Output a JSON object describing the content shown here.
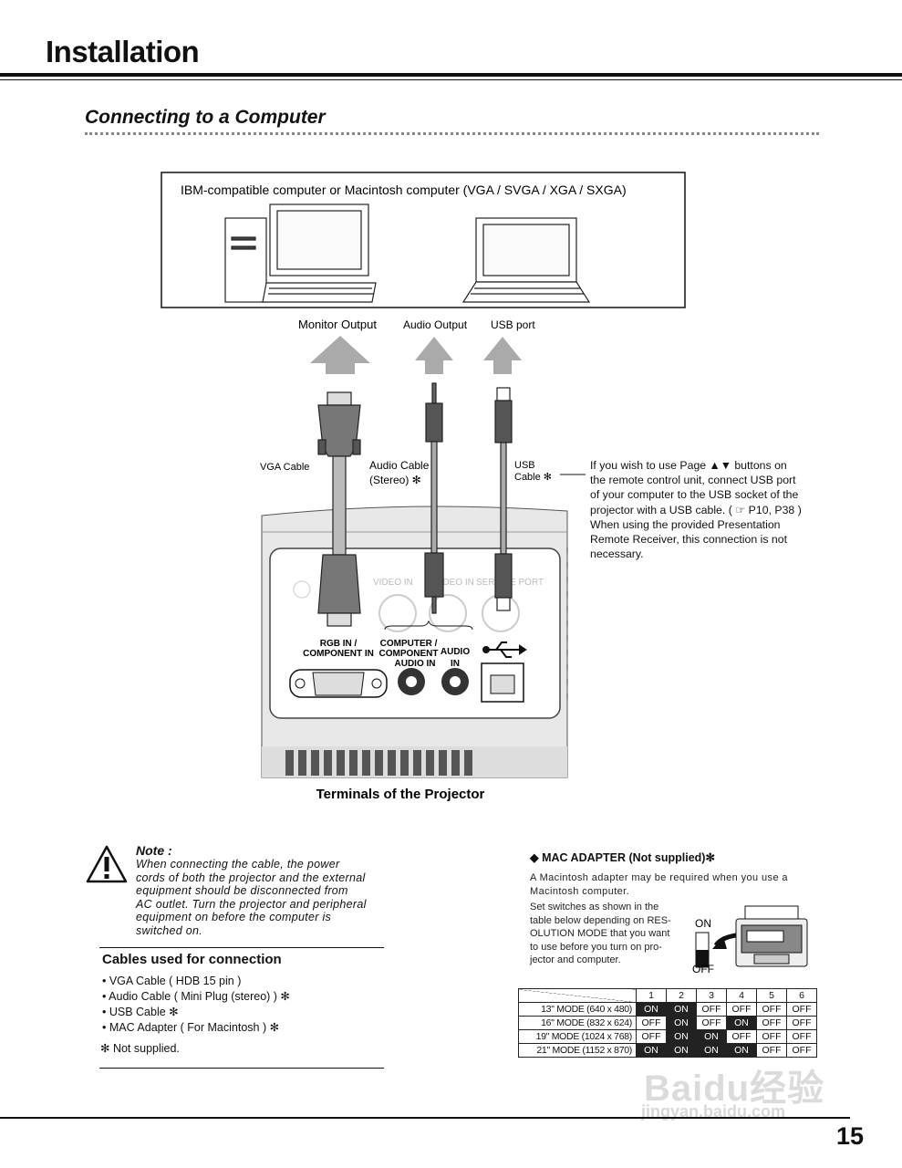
{
  "page": {
    "title": "Installation",
    "section_title": "Connecting to a Computer",
    "number": "15"
  },
  "diagram": {
    "computer_label": "IBM-compatible computer or Macintosh computer (VGA / SVGA / XGA / SXGA)",
    "outputs": {
      "monitor": "Monitor Output",
      "audio": "Audio Output",
      "usb": "USB port"
    },
    "cables": {
      "vga": "VGA Cable",
      "audio_line1": "Audio Cable",
      "audio_line2": "(Stereo) ✻",
      "usb_line1": "USB",
      "usb_line2": "Cable ✻"
    },
    "terminals": {
      "video_in": "VIDEO IN",
      "s_video_in": "S-VIDEO IN",
      "service_port": "SERVICE PORT",
      "rgb_line1": "RGB IN /",
      "rgb_line2": "COMPONENT IN",
      "comp_line1": "COMPUTER /",
      "comp_line2": "COMPONENT",
      "comp_line3": "AUDIO  IN",
      "audio_line1": "AUDIO",
      "audio_line2": "IN"
    },
    "caption": "Terminals of the Projector",
    "usb_note": [
      "If you wish to use Page ▲▼ buttons on",
      "the remote control unit, connect USB port",
      "of your computer to the USB socket of the",
      "projector with a USB cable. ( ☞ P10, P38 )",
      "When using the provided Presentation",
      "Remote Receiver, this connection is not",
      "necessary."
    ]
  },
  "note": {
    "title": "Note :",
    "lines": [
      "When connecting the cable, the power",
      "cords of both the projector and the external",
      "equipment should be disconnected from",
      "AC outlet.  Turn the projector and peripheral",
      "equipment on before the computer is",
      "switched on."
    ]
  },
  "cables_used": {
    "heading": "Cables used for connection",
    "items": [
      "• VGA Cable ( HDB 15 pin )",
      "• Audio Cable ( Mini Plug (stereo) ) ✻",
      "• USB Cable ✻",
      "• MAC Adapter ( For Macintosh ) ✻"
    ],
    "footnote": "✻ Not supplied."
  },
  "mac_adapter": {
    "heading": "◆ MAC ADAPTER (Not supplied)✻",
    "intro": [
      "A Macintosh adapter may be required when you use a",
      "Macintosh computer."
    ],
    "instructions": [
      "Set switches as shown in the",
      "table below depending on RES-",
      "OLUTION MODE that you want",
      "to use before you turn on pro-",
      "jector and computer."
    ],
    "switch_on": "ON",
    "switch_off": "OFF",
    "table": {
      "headers": [
        "1",
        "2",
        "3",
        "4",
        "5",
        "6"
      ],
      "rows": [
        {
          "mode": "13\" MODE (640 x 480)",
          "values": [
            "ON",
            "ON",
            "OFF",
            "OFF",
            "OFF",
            "OFF"
          ]
        },
        {
          "mode": "16\" MODE (832 x 624)",
          "values": [
            "OFF",
            "ON",
            "OFF",
            "ON",
            "OFF",
            "OFF"
          ]
        },
        {
          "mode": "19\" MODE (1024 x 768)",
          "values": [
            "OFF",
            "ON",
            "ON",
            "OFF",
            "OFF",
            "OFF"
          ]
        },
        {
          "mode": "21\" MODE (1152 x 870)",
          "values": [
            "ON",
            "ON",
            "ON",
            "ON",
            "OFF",
            "OFF"
          ]
        }
      ]
    }
  },
  "watermark": {
    "line1": "Baidu经验",
    "line2": "jingyan.baidu.com"
  }
}
